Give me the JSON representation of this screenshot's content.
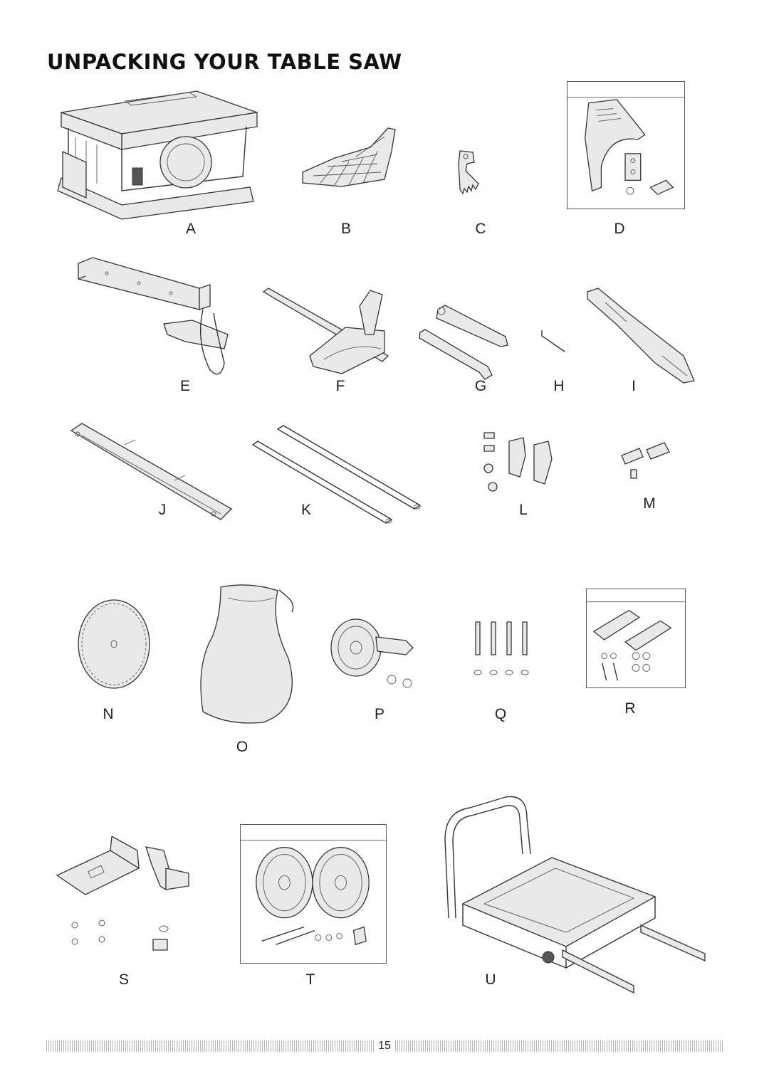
{
  "page": {
    "title": "UNPACKING YOUR TABLE SAW",
    "page_number": "15"
  },
  "parts": {
    "A": "A",
    "B": "B",
    "C": "C",
    "D": "D",
    "E": "E",
    "F": "F",
    "G": "G",
    "H": "H",
    "I": "I",
    "J": "J",
    "K": "K",
    "L": "L",
    "M": "M",
    "N": "N",
    "O": "O",
    "P": "P",
    "Q": "Q",
    "R": "R",
    "S": "S",
    "T": "T",
    "U": "U"
  },
  "icons": {
    "A": "table-saw-icon",
    "B": "blade-guard-icon",
    "C": "anti-kickback-pawl-icon",
    "D": "riving-knife-kit-icon",
    "E": "rip-fence-icon",
    "F": "miter-gauge-icon",
    "G": "blade-wrenches-icon",
    "H": "hex-key-icon",
    "I": "push-stick-icon",
    "J": "rail-icon",
    "K": "tubes-icon",
    "L": "brackets-hardware-icon",
    "M": "springs-hardware-icon",
    "N": "saw-blade-icon",
    "O": "dust-bag-icon",
    "P": "handwheel-icon",
    "Q": "bolts-washers-icon",
    "R": "handles-hardware-kit-icon",
    "S": "mounting-brackets-icon",
    "T": "wheels-kit-icon",
    "U": "stand-frame-icon"
  }
}
